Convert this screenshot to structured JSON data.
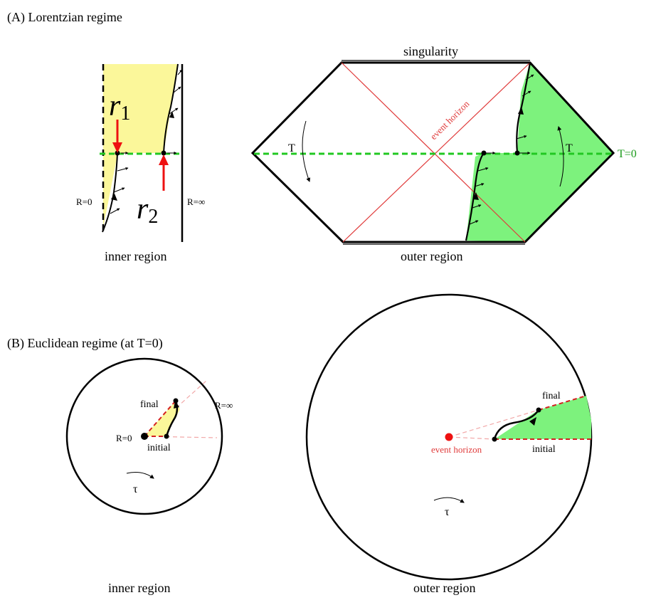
{
  "panel_a": {
    "title": "(A) Lorentzian regime",
    "inner": {
      "r1_label": "r",
      "r1_sub": "1",
      "r2_label": "r",
      "r2_sub": "2",
      "left_label": "R=0",
      "right_label": "R=∞",
      "caption": "inner region"
    },
    "outer": {
      "top_label": "singularity",
      "horizon_label": "event horizon",
      "t_left": "T",
      "t_right": "T",
      "t_zero": "T=0",
      "caption": "outer region"
    }
  },
  "panel_b": {
    "title": "(B) Euclidean regime (at T=0)",
    "inner": {
      "final_label": "final",
      "initial_label": "initial",
      "r0_label": "R=0",
      "rinf_label": "R=∞",
      "tau_label": "τ",
      "caption": "inner region"
    },
    "outer": {
      "final_label": "final",
      "initial_label": "initial",
      "horizon_label": "event horizon",
      "tau_label": "τ",
      "caption": "outer region"
    }
  },
  "colors": {
    "yellow_fill": "#fbf79a",
    "green_fill": "#7df27d",
    "green_dash": "#22c822",
    "red_arrow": "#ee1111",
    "horizon_red": "#e03a3a",
    "dark_red_dash": "#d42020",
    "pale_red": "#f2a8a8",
    "t_zero_green": "#1a9a1a"
  }
}
